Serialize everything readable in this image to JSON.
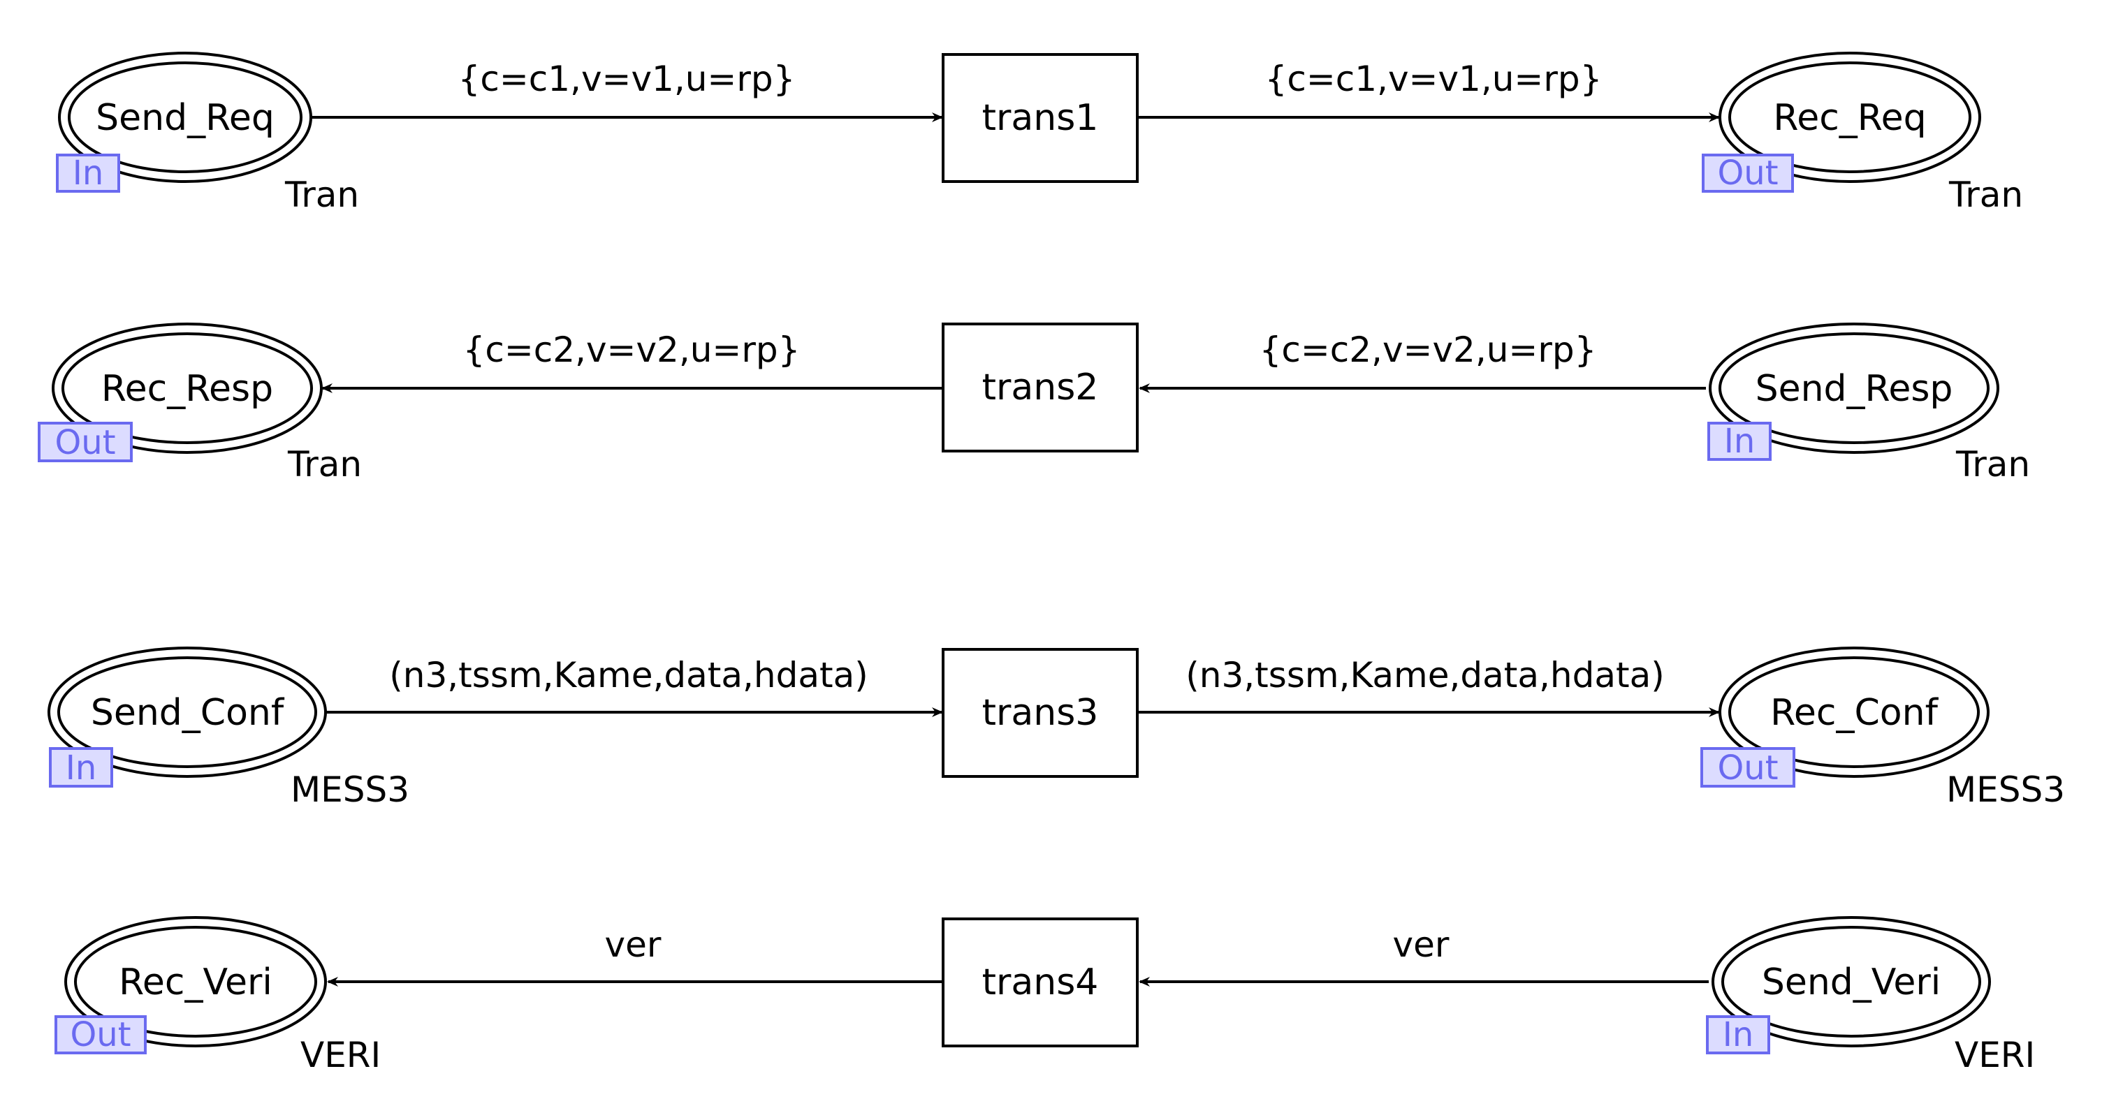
{
  "colors": {
    "stroke": "#000000",
    "port_fill": "#dcdcff",
    "port_stroke": "#6a6af0",
    "port_text": "#6a6af0",
    "background": "#ffffff"
  },
  "rows": [
    {
      "direction": "right",
      "left_place": {
        "name": "Send_Req",
        "port": "In",
        "type": "Tran"
      },
      "transition": "trans1",
      "left_arc": "{c=c1,v=v1,u=rp}",
      "right_arc": "{c=c1,v=v1,u=rp}",
      "right_place": {
        "name": "Rec_Req",
        "port": "Out",
        "type": "Tran"
      }
    },
    {
      "direction": "left",
      "left_place": {
        "name": "Rec_Resp",
        "port": "Out",
        "type": "Tran"
      },
      "transition": "trans2",
      "left_arc": "{c=c2,v=v2,u=rp}",
      "right_arc": "{c=c2,v=v2,u=rp}",
      "right_place": {
        "name": "Send_Resp",
        "port": "In",
        "type": "Tran"
      }
    },
    {
      "direction": "right",
      "left_place": {
        "name": "Send_Conf",
        "port": "In",
        "type": "MESS3"
      },
      "transition": "trans3",
      "left_arc": "(n3,tssm,Kame,data,hdata)",
      "right_arc": "(n3,tssm,Kame,data,hdata)",
      "right_place": {
        "name": "Rec_Conf",
        "port": "Out",
        "type": "MESS3"
      }
    },
    {
      "direction": "left",
      "left_place": {
        "name": "Rec_Veri",
        "port": "Out",
        "type": "VERI"
      },
      "transition": "trans4",
      "left_arc": "ver",
      "right_arc": "ver",
      "right_place": {
        "name": "Send_Veri",
        "port": "In",
        "type": "VERI"
      }
    }
  ]
}
